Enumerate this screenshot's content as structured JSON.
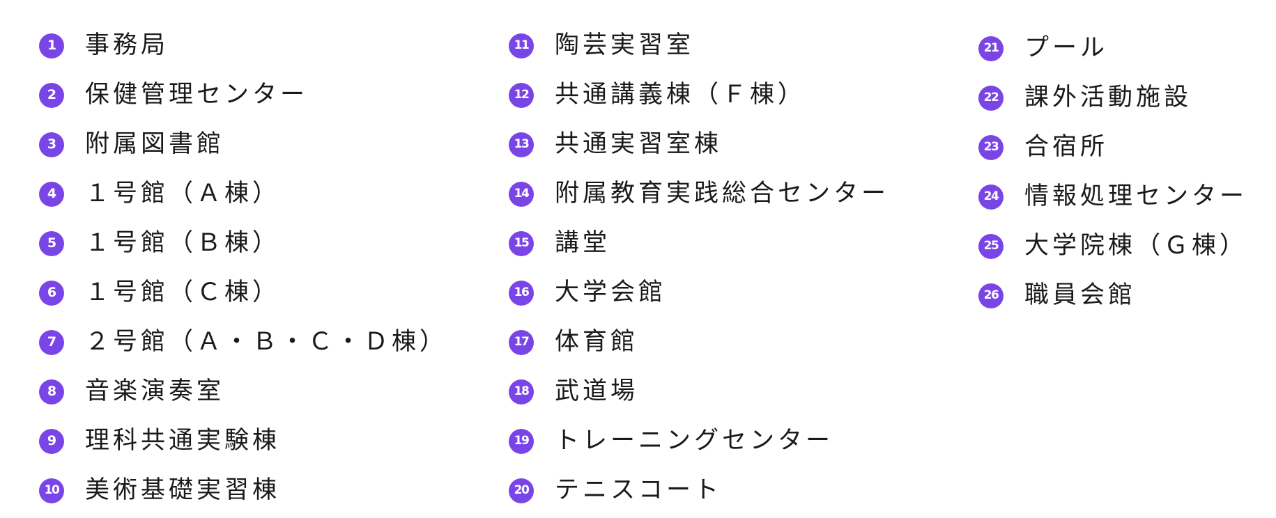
{
  "accent_color": "#7a45e6",
  "badge_icon": "numbered-circle-icon",
  "columns": [
    [
      {
        "num": "1",
        "label": "事務局"
      },
      {
        "num": "2",
        "label": "保健管理センター"
      },
      {
        "num": "3",
        "label": "附属図書館"
      },
      {
        "num": "4",
        "label": "１号館（Ａ棟）"
      },
      {
        "num": "5",
        "label": "１号館（Ｂ棟）"
      },
      {
        "num": "6",
        "label": "１号館（Ｃ棟）"
      },
      {
        "num": "7",
        "label": "２号館（Ａ・Ｂ・Ｃ・Ｄ棟）"
      },
      {
        "num": "8",
        "label": "音楽演奏室"
      },
      {
        "num": "9",
        "label": "理科共通実験棟"
      },
      {
        "num": "10",
        "label": "美術基礎実習棟"
      }
    ],
    [
      {
        "num": "11",
        "label": "陶芸実習室"
      },
      {
        "num": "12",
        "label": "共通講義棟（Ｆ棟）"
      },
      {
        "num": "13",
        "label": "共通実習室棟"
      },
      {
        "num": "14",
        "label": "附属教育実践総合センター"
      },
      {
        "num": "15",
        "label": "講堂"
      },
      {
        "num": "16",
        "label": "大学会館"
      },
      {
        "num": "17",
        "label": "体育館"
      },
      {
        "num": "18",
        "label": "武道場"
      },
      {
        "num": "19",
        "label": "トレーニングセンター"
      },
      {
        "num": "20",
        "label": "テニスコート"
      }
    ],
    [
      {
        "num": "21",
        "label": "プール"
      },
      {
        "num": "22",
        "label": "課外活動施設"
      },
      {
        "num": "23",
        "label": "合宿所"
      },
      {
        "num": "24",
        "label": "情報処理センター"
      },
      {
        "num": "25",
        "label": "大学院棟（Ｇ棟）"
      },
      {
        "num": "26",
        "label": "職員会館"
      }
    ]
  ]
}
